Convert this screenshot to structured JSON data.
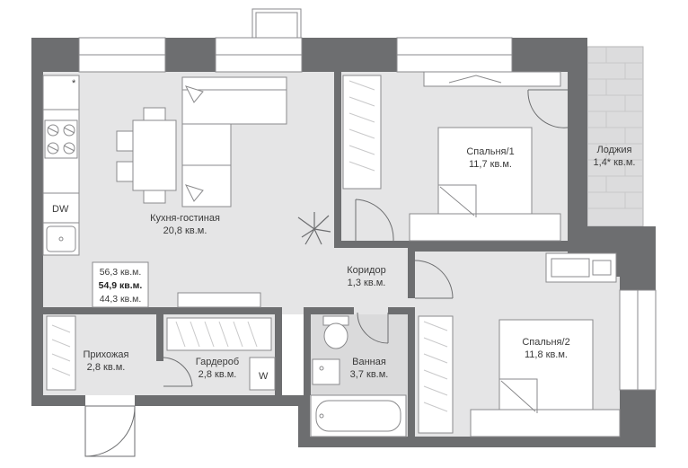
{
  "rooms": {
    "kitchen_living": {
      "name": "Кухня-гостиная",
      "area": "20,8 кв.м."
    },
    "bedroom1": {
      "name": "Спальня/1",
      "area": "11,7 кв.м."
    },
    "loggia": {
      "name": "Лоджия",
      "area": "1,4* кв.м."
    },
    "corridor": {
      "name": "Коридор",
      "area": "1,3 кв.м."
    },
    "bedroom2": {
      "name": "Спальня/2",
      "area": "11,8 кв.м."
    },
    "hallway": {
      "name": "Прихожая",
      "area": "2,8 кв.м."
    },
    "wardrobe": {
      "name": "Гардероб",
      "area": "2,8 кв.м."
    },
    "bathroom": {
      "name": "Ванная",
      "area": "3,7 кв.м."
    }
  },
  "totals": {
    "total_area": "56,3 кв.м.",
    "main_area": "54,9 кв.м.",
    "living_area": "44,3 кв.м."
  },
  "appliances": {
    "dishwasher": "DW",
    "washer": "W",
    "star": "*"
  }
}
